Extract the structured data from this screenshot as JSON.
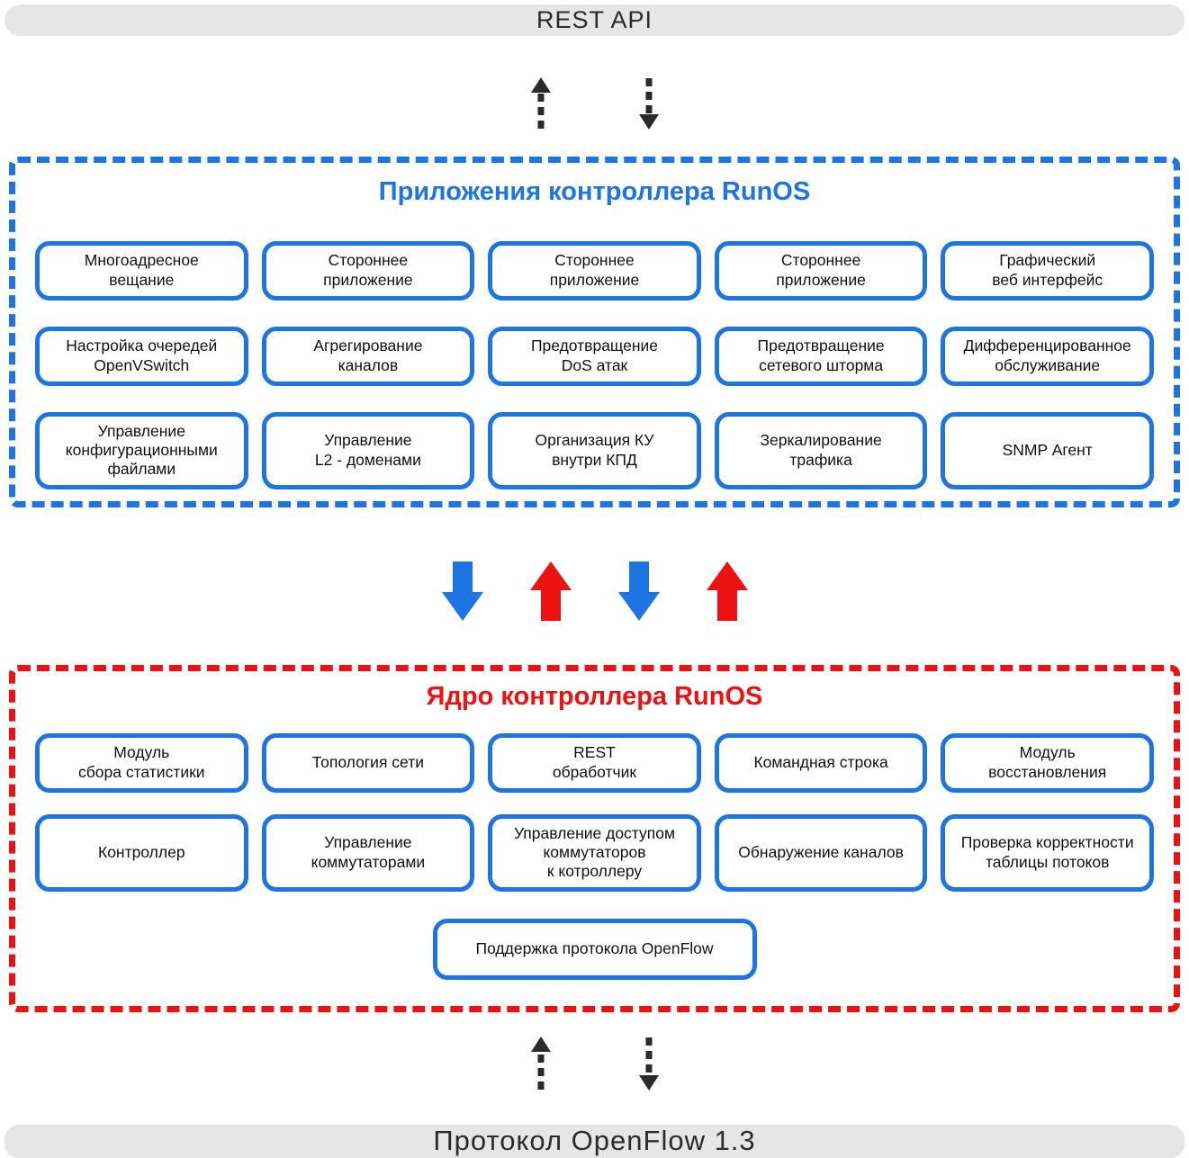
{
  "colors": {
    "blue": "#1c75e3",
    "red": "#ed1111",
    "banner_bg": "#e6e6e6",
    "arrow_dark": "#2a2a2a"
  },
  "top_banner": {
    "label": "REST API"
  },
  "apps": {
    "title": "Приложения контроллера RunOS",
    "boxes": [
      "Многоадресное\nвещание",
      "Стороннее\nприложение",
      "Стороннее\nприложение",
      "Стороннее\nприложение",
      "Графический\nвеб интерфейс",
      "Настройка очередей\nOpenVSwitch",
      "Агрегирование\nканалов",
      "Предотвращение\nDoS атак",
      "Предотвращение\nсетевого шторма",
      "Дифференцированное\nобслуживание",
      "Управление\nконфигурационными\nфайлами",
      "Управление\nL2 - доменами",
      "Организация КУ\nвнутри КПД",
      "Зеркалирование\nтрафика",
      "SNMP Агент"
    ]
  },
  "core": {
    "title": "Ядро контроллера RunOS",
    "boxes": [
      "Модуль\nсбора статистики",
      "Топология сети",
      "REST\nобработчик",
      "Командная строка",
      "Модуль\nвосстановления",
      "Контроллер",
      "Управление\nкоммутаторами",
      "Управление доступом\nкоммутаторов\nк котроллеру",
      "Обнаружение каналов",
      "Проверка корректности\nтаблицы потоков"
    ],
    "bottom_box": "Поддержка протокола OpenFlow"
  },
  "bottom_banner": {
    "label": "Протокол OpenFlow 1.3"
  }
}
